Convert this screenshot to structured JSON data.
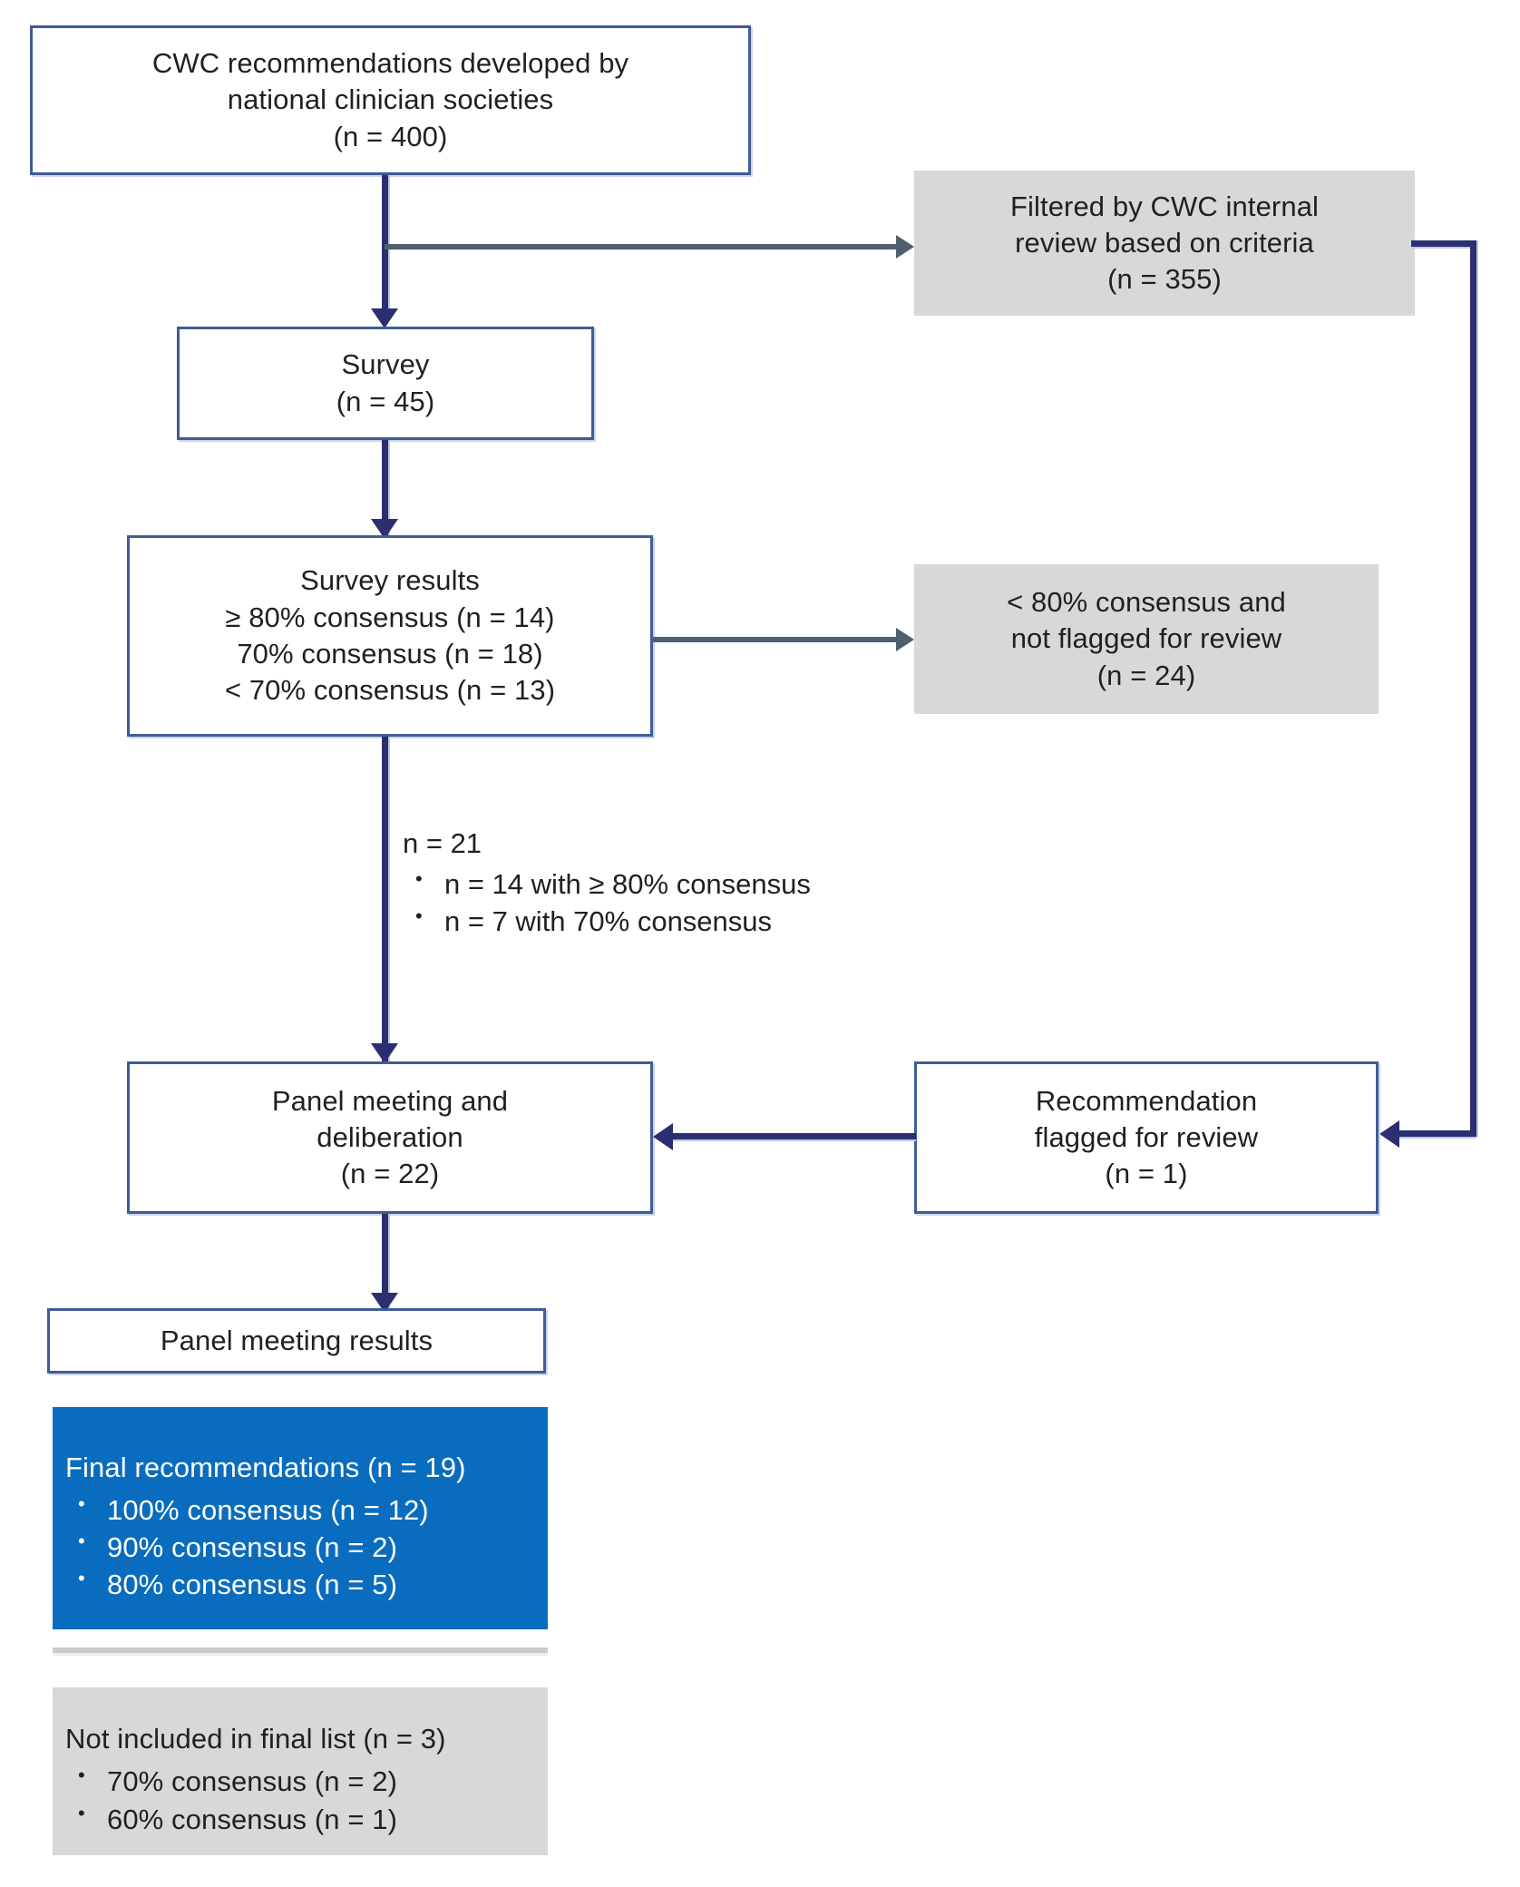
{
  "diagram": {
    "title": "CWC recommendation development flow",
    "colors": {
      "white_box_border": "#3f5c96",
      "gray_box_fill": "#d6d8da",
      "blue_box_fill": "#0a6cbe",
      "navy_connector": "#2b2f71",
      "gray_connector": "#4f5f6e"
    }
  },
  "nodes": {
    "source": {
      "line1": "CWC recommendations developed by",
      "line2": "national clinician societies",
      "line3": "(n = 400)"
    },
    "filtered": {
      "line1": "Filtered by CWC internal",
      "line2": "review based on criteria",
      "line3": "(n = 355)"
    },
    "survey": {
      "line1": "Survey",
      "line2": "(n = 45)"
    },
    "survey_results": {
      "line1": "Survey results",
      "line2": "≥ 80% consensus (n = 14)",
      "line3": "70% consensus (n = 18)",
      "line4": "< 70% consensus (n = 13)"
    },
    "excluded_consensus": {
      "line1": "< 80% consensus and",
      "line2": "not flagged for review",
      "line3": "(n = 24)"
    },
    "panel_meeting": {
      "line1": "Panel meeting and",
      "line2": "deliberation",
      "line3": "(n = 22)"
    },
    "flagged": {
      "line1": "Recommendation",
      "line2": "flagged for review",
      "line3": "(n = 1)"
    },
    "panel_results": {
      "line1": "Panel meeting results"
    },
    "final_recommendations": {
      "title": "Final recommendations (n = 19)",
      "bullets": [
        "100% consensus (n = 12)",
        "90% consensus (n = 2)",
        "80% consensus (n = 5)"
      ]
    },
    "not_included": {
      "title": "Not included in final list (n = 3)",
      "bullets": [
        "70% consensus (n = 2)",
        "60% consensus (n = 1)"
      ]
    }
  },
  "annotations": {
    "carried_forward": {
      "head": "n = 21",
      "bullets": [
        "n = 14 with ≥ 80% consensus",
        "n = 7 with 70% consensus"
      ]
    }
  }
}
